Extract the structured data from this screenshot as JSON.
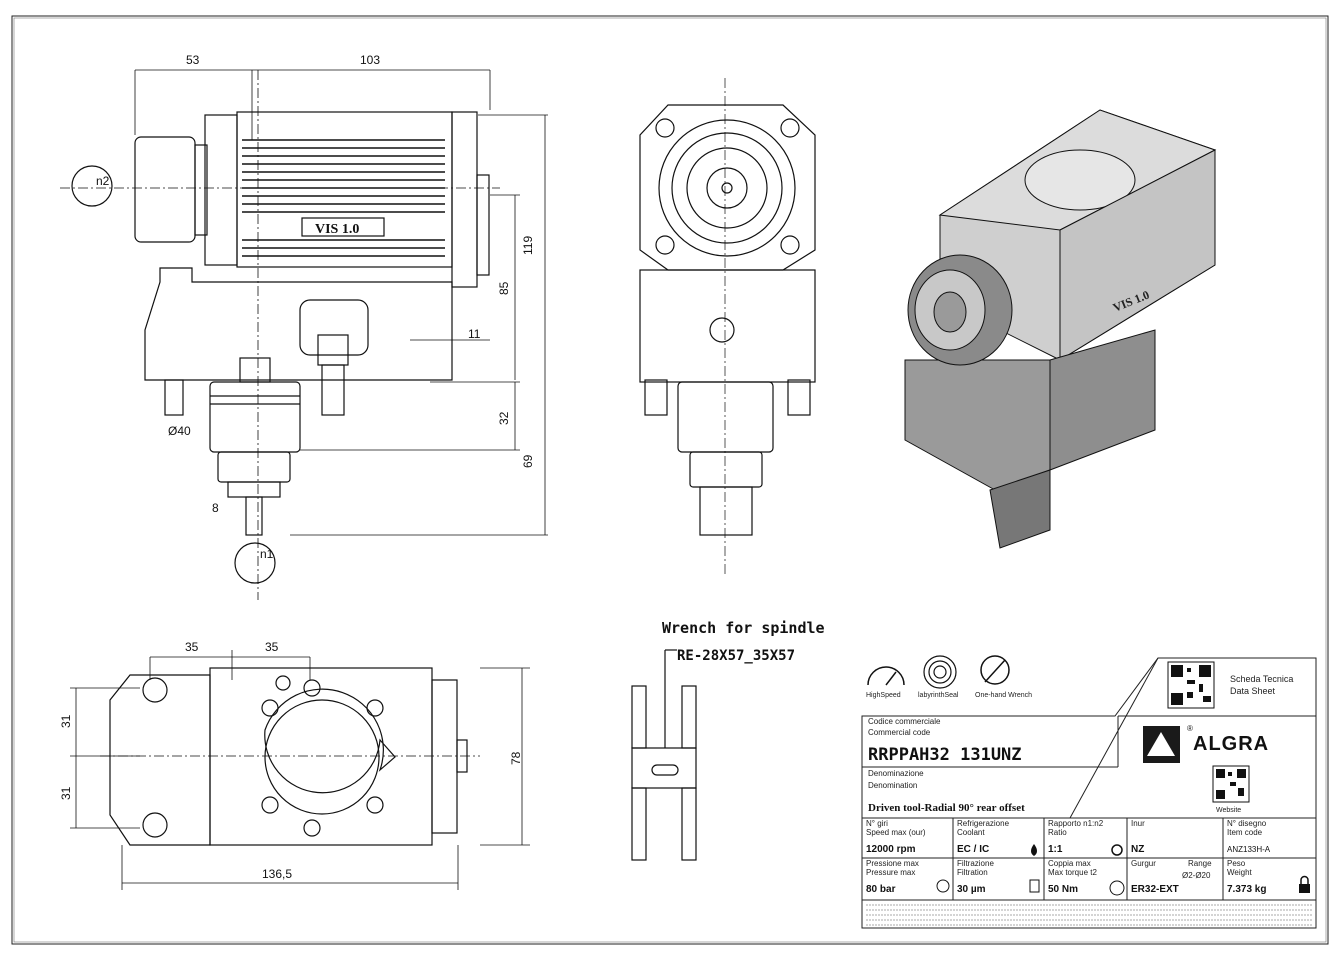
{
  "dimensions": {
    "side_view": {
      "d53": "53",
      "d103": "103",
      "d119": "119",
      "d85": "85",
      "d11": "11",
      "d32": "32",
      "d69": "69",
      "d8": "8",
      "dia40": "Ø40",
      "n1": "n1",
      "n2": "n2"
    },
    "bottom_view": {
      "d35a": "35",
      "d35b": "35",
      "d31a": "31",
      "d31b": "31",
      "d78": "78",
      "d136": "136,5"
    }
  },
  "body_label": "VIS 1.0",
  "iso_label": "VIS 1.0",
  "wrench": {
    "title": "Wrench for spindle",
    "code": "RE-28X57_35X57"
  },
  "feature_icons": [
    {
      "name": "gauge-icon",
      "label": "HighSpeed"
    },
    {
      "name": "labyrinth-seal-icon",
      "label": "labyrinthSeal"
    },
    {
      "name": "one-hand-wrench-icon",
      "label": "One-hand Wrench"
    }
  ],
  "title_block": {
    "scheda": "Scheda Tecnica",
    "datasheet": "Data Sheet",
    "code_label_it": "Codice commerciale",
    "code_label_en": "Commercial code",
    "code": "RRPPAH32 131UNZ",
    "denom_it": "Denominazione",
    "denom_en": "Denomination",
    "denom": "Driven tool-Radial 90° rear offset",
    "brand": "ALGRA",
    "brand_reg": "®",
    "website": "Website",
    "cells": [
      {
        "l1": "N° giri",
        "l2": "Speed max (our)",
        "val": "12000 rpm"
      },
      {
        "l1": "Refrigerazione",
        "l2": "Coolant",
        "val": "EC / IC"
      },
      {
        "l1": "Rapporto n1:n2",
        "l2": "Ratio",
        "val": "1:1"
      },
      {
        "l1": "Inur",
        "l2": "",
        "val": "NZ"
      },
      {
        "l1": "N° disegno",
        "l2": "Item code",
        "val": "ANZ133H-A"
      },
      {
        "l1": "Pressione max",
        "l2": "Pressure max",
        "val": "80 bar"
      },
      {
        "l1": "Filtrazione",
        "l2": "Filtration",
        "val": "30 µm"
      },
      {
        "l1": "Coppia max",
        "l2": "Max torque t2",
        "val": "50 Nm"
      },
      {
        "l1": "Gurgur",
        "l2": "",
        "val": "ER32-EXT"
      },
      {
        "l1": "Peso",
        "l2": "Weight",
        "val": "7.373 kg"
      }
    ],
    "range_label": "Range",
    "range_val": "Ø2-Ø20",
    "colors": {
      "logo_dark": "#1a1a1a",
      "line": "#222222"
    }
  }
}
